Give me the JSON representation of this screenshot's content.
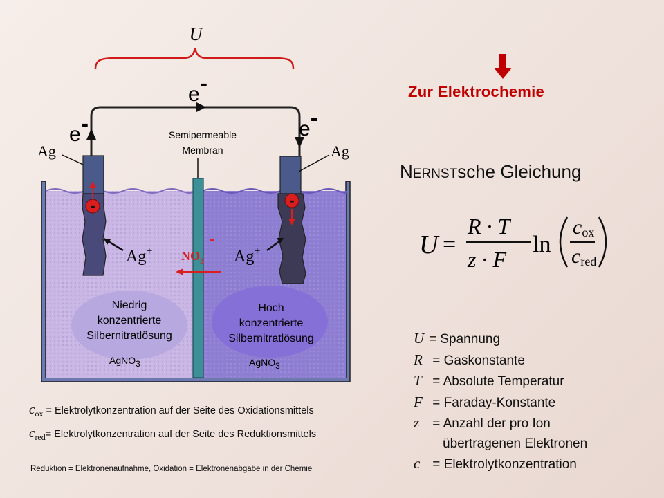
{
  "colors": {
    "accent_red": "#c00000",
    "electrolyte_left": "#c9b6e4",
    "electrolyte_right": "#8f7fd3",
    "membrane": "#3d8f98",
    "electrode": "#4a5a8a",
    "bubble_left": "#b7a8e0",
    "bubble_right": "#8570d8"
  },
  "nav": {
    "link_label": "Zur Elektrochemie",
    "arrow_icon": "down-arrow-icon"
  },
  "diagram": {
    "voltage_symbol": "U",
    "electron_top": "e",
    "electron_left": "e",
    "electron_right": "e",
    "electron_charge": "-",
    "electrode_left_label": "Ag",
    "electrode_right_label": "Ag",
    "membrane_label_line1": "Semipermeable",
    "membrane_label_line2": "Membran",
    "ion_left": "Ag",
    "ion_right": "Ag",
    "ion_plus": "+",
    "nitrate_main": "NO",
    "nitrate_sub": "3",
    "nitrate_charge": "-",
    "minus_sign": "-",
    "left_solution_line1": "Niedrig",
    "left_solution_line2": "konzentrierte",
    "left_solution_line3": "Silbernitratlösung",
    "left_formula": "AgNO",
    "left_formula_sub": "3",
    "right_solution_line1": "Hoch",
    "right_solution_line2": "konzentrierte",
    "right_solution_line3": "Silbernitratlösung",
    "right_formula": "AgNO",
    "right_formula_sub": "3"
  },
  "definitions": {
    "cox_symbol": "c",
    "cox_sub": "ox",
    "cox_text": " = Elektrolytkonzentration auf der Seite des Oxidationsmittels",
    "cred_symbol": "c",
    "cred_sub": "red",
    "cred_text": "= Elektrolytkonzentration auf der Seite des Reduktionsmittels",
    "footnote": "Reduktion = Elektronenaufnahme,  Oxidation = Elektronenabgabe  in der Chemie"
  },
  "equation": {
    "heading_first": "N",
    "heading_smallcaps": "ERNST",
    "heading_rest": "sche Gleichung",
    "lhs": "U",
    "equals": "=",
    "numerator": "R · T",
    "denominator": "z · F",
    "ln": "ln",
    "frac_num_c": "c",
    "frac_num_sub": "ox",
    "frac_den_c": "c",
    "frac_den_sub": "red"
  },
  "legend": [
    {
      "symbol": "U",
      "text": "= Spannung"
    },
    {
      "symbol": "R",
      "text": " = Gaskonstante"
    },
    {
      "symbol": "T",
      "text": " = Absolute Temperatur"
    },
    {
      "symbol": "F",
      "text": " = Faraday-Konstante"
    },
    {
      "symbol": "z",
      "text": "  = Anzahl der pro Ion"
    },
    {
      "symbol": "",
      "text": "übertragenen Elektronen"
    },
    {
      "symbol": "c",
      "text": "  = Elektrolytkonzentration"
    }
  ]
}
